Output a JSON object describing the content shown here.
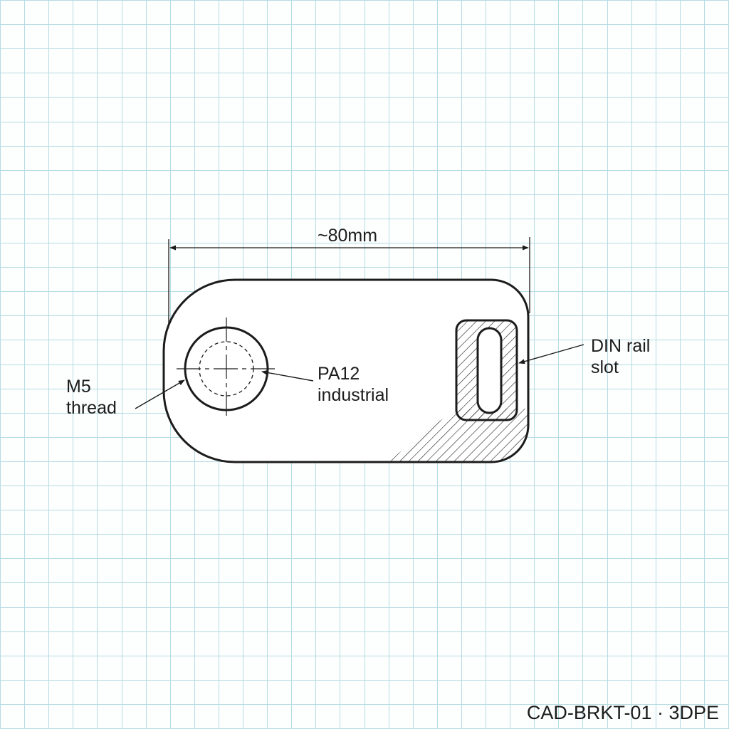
{
  "drawing": {
    "dimension_label": "~80mm",
    "callouts": {
      "thread": [
        "M5",
        "thread"
      ],
      "material": [
        "PA12",
        "industrial"
      ],
      "slot": [
        "DIN rail",
        "slot"
      ]
    },
    "drawing_id": "CAD-BRKT-01 · 3DPE"
  },
  "colors": {
    "grid": "#b6dce4",
    "ink": "#1c1c1c",
    "background": "#fdfefe"
  }
}
